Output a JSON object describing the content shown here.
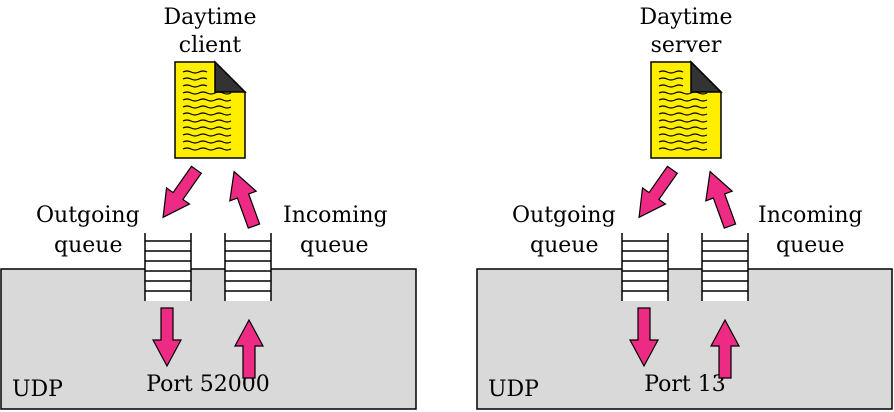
{
  "colors": {
    "document_fill": "#ffee00",
    "document_corner": "#333333",
    "arrow": "#ee2b84",
    "udp_box": "#d9d9d9",
    "outline": "#000000"
  },
  "left": {
    "app_line1": "Daytime",
    "app_line2": "client",
    "outgoing_line1": "Outgoing",
    "outgoing_line2": "queue",
    "incoming_line1": "Incoming",
    "incoming_line2": "queue",
    "udp": "UDP",
    "port": "Port 52000"
  },
  "right": {
    "app_line1": "Daytime",
    "app_line2": "server",
    "outgoing_line1": "Outgoing",
    "outgoing_line2": "queue",
    "incoming_line1": "Incoming",
    "incoming_line2": "queue",
    "udp": "UDP",
    "port": "Port 13"
  }
}
